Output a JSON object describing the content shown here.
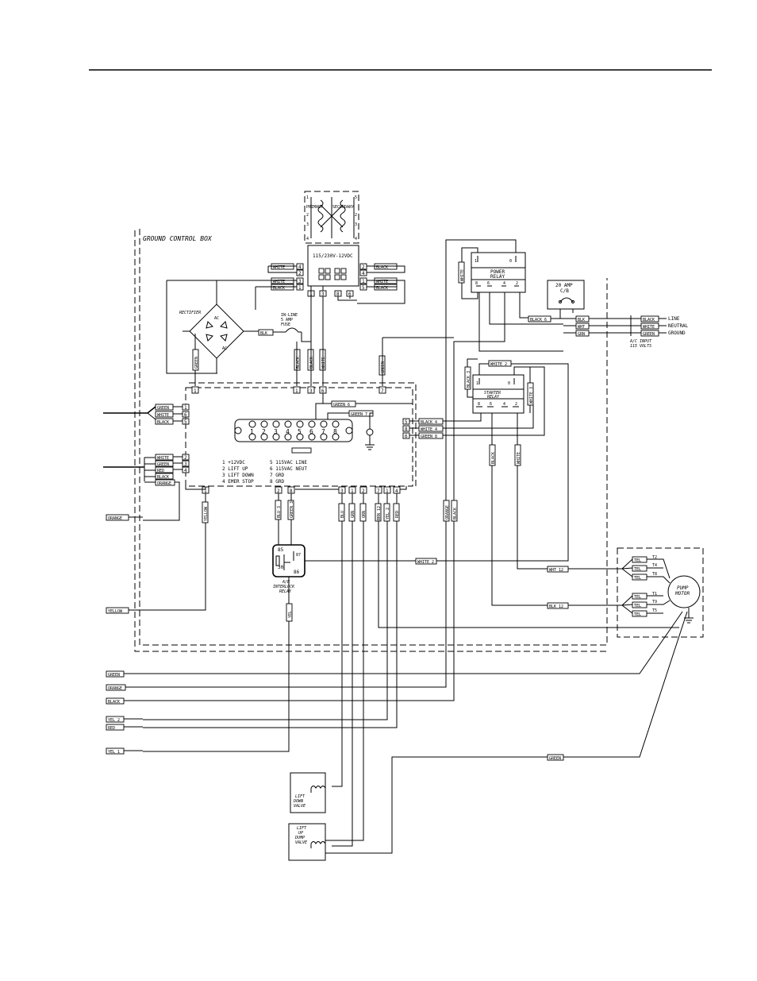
{
  "labels": {
    "ground_control_box": "GROUND CONTROL BOX",
    "primary": "PRIMARY",
    "secondary": "SECONDARY",
    "transformer": "115/230V-12VDC",
    "rectifier": "RECTIFIER",
    "ac": "AC",
    "fuse_1": "IN-LINE",
    "fuse_2": "5 AMP",
    "fuse_3": "FUSE",
    "power_relay_1": "POWER",
    "power_relay_2": "RELAY",
    "starter_relay_1": "STARTER",
    "starter_relay_2": "RELAY",
    "cb_1": "20 AMP",
    "cb_2": "C/B",
    "ac_input_1": "A/C INPUT",
    "ac_input_2": "115 VOLTS",
    "line": "LINE",
    "neutral": "NEUTRAL",
    "ground": "GROUND",
    "pump_motor_1": "PUMP",
    "pump_motor_2": "MOTOR",
    "interlock_1": "A/B",
    "interlock_2": "INTERLOCK",
    "interlock_3": "RELAY",
    "lift_down_valve_1": "LIFT",
    "lift_down_valve_2": "DOWN",
    "lift_down_valve_3": "VALVE",
    "lift_up_valve_1": "LIFT",
    "lift_up_valve_2": "UP",
    "lift_up_valve_3": "DUMP",
    "lift_up_valve_4": "VALVE"
  },
  "legend": [
    "1 +12VDC",
    "2 LIFT UP",
    "3 LIFT DOWN",
    "4 EMER STOP",
    "5 115VAC LINE",
    "6 115VAC NEUT",
    "7 GRD",
    "8 GRD"
  ],
  "terminal_strip_numbers": [
    "1",
    "2",
    "3",
    "4",
    "5",
    "6",
    "7",
    "8"
  ],
  "relay_pins": {
    "p85": "85",
    "p87": "87",
    "p30": "30",
    "p86": "86"
  },
  "motor_terminals": [
    "T2",
    "T4",
    "T8",
    "T1",
    "T9",
    "T5"
  ],
  "wire_tags": {
    "white_a": "WHITE",
    "black_a": "BLACK",
    "white_b": "WHITE",
    "black_b": "BLACK",
    "white_c": "WHITE",
    "black_c": "BLACK",
    "white_d": "WHITE",
    "black_d": "BLACK",
    "green_r": "GREEN",
    "blk_f": "BLK",
    "green_bl": "GREEN",
    "white_bl": "WHITE",
    "black_bl": "BLACK",
    "white_ml": "WHITE",
    "green_ml": "GREEN",
    "red_ml": "RED",
    "black_ml": "BLACK",
    "orange_ml": "ORANGE",
    "green_6": "GREEN 6",
    "green_7": "GREEN 7",
    "black_4": "BLACK 4",
    "white_4": "WHITE 4",
    "green_8": "GREEN 8",
    "black_v": "BLACK",
    "white_v": "WHITE",
    "green_v": "GREEN",
    "white_pr": "WHITE",
    "black_6": "BLACK 6",
    "blk_in": "BLK",
    "wht_in": "WHT",
    "grn_in": "GRN",
    "black_acin": "BLACK",
    "white_acin": "WHITE",
    "green_acin": "GREEN",
    "white_2": "WHITE 2",
    "black_3": "BLACK 3",
    "white_3": "WHITE 3",
    "black_sr": "BLACK",
    "white_sr": "WHITE",
    "yellow_v": "YELLOW",
    "blu_3": "BLU 3",
    "green_3": "GREEN 3",
    "blu": "BLU",
    "grn": "GRN",
    "orn": "ORN",
    "brn_12": "BRN 12",
    "yel_2": "YEL 2",
    "red": "RED",
    "orange_v": "ORANGE",
    "black_v2": "BLACK",
    "white_2b": "WHITE 2",
    "wht_12": "WHT 12",
    "blk_12": "BLK 12",
    "tel_1": "TEL",
    "tel_2": "TEL",
    "tel_3": "TEL",
    "tel_4": "TEL",
    "tel_5": "TEL",
    "tel_6": "TEL",
    "yel_r": "YEL",
    "orange_l": "ORANGE",
    "yellow_l": "YELLOW",
    "green_b": "GREEN",
    "orange_b": "ORANGE",
    "black_b2": "BLACK",
    "yel_2b": "YEL 2",
    "red_b": "RED",
    "yel_1": "YEL 1",
    "green_bot": "GREEN"
  },
  "terminals": {
    "t1": "1",
    "t2": "2",
    "t3": "3",
    "t4": "4",
    "t5": "5",
    "t6": "6",
    "t7": "7",
    "t8": "8"
  },
  "colors": {
    "ink": "#000000",
    "paper": "#ffffff"
  }
}
